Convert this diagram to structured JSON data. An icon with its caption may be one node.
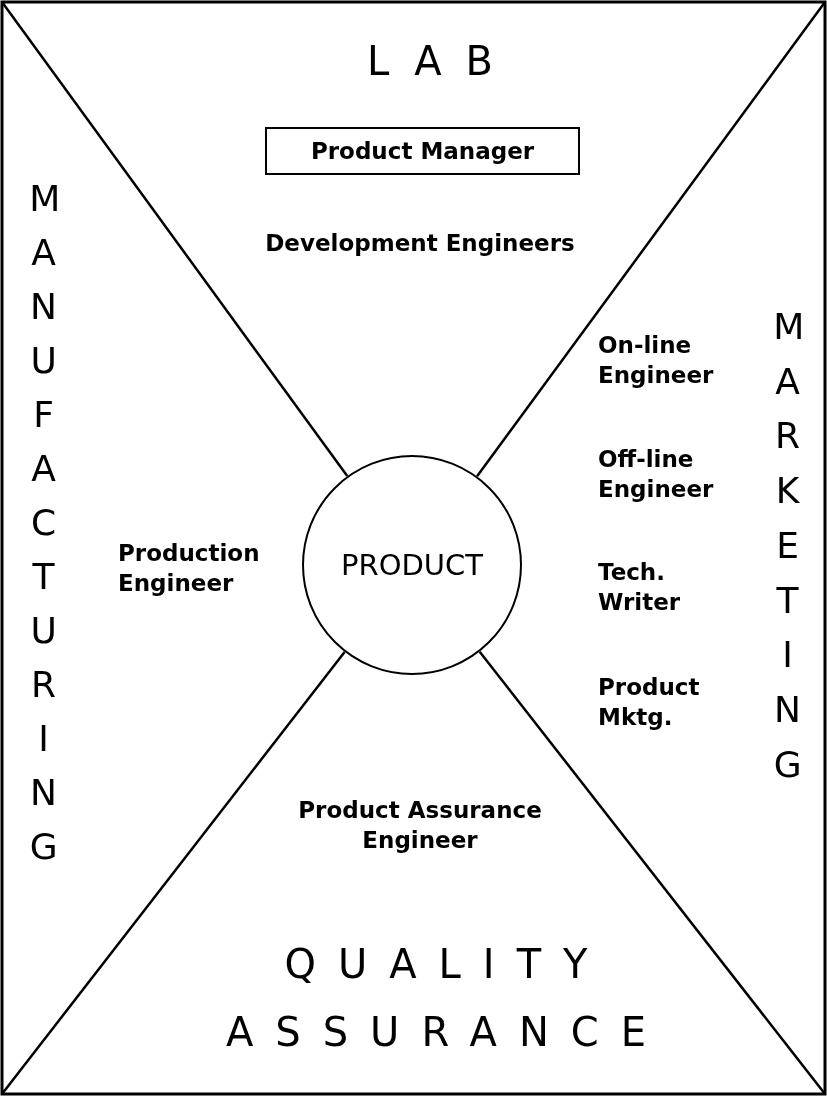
{
  "diagram": {
    "nodes": [
      {
        "text": [
          "Product Manager"
        ]
      },
      {
        "text": [
          "PRODUCT"
        ]
      }
    ],
    "labels": [
      "LAB",
      "Development Engineers",
      "MANUFACTURING",
      "On-line Engineer",
      "Off-line Engineer",
      "Tech. Writer",
      "Product Mktg.",
      "MARKETING",
      "Production Engineer",
      "Product Assurance Engineer",
      "QUALITY ASSURANCE"
    ]
  }
}
